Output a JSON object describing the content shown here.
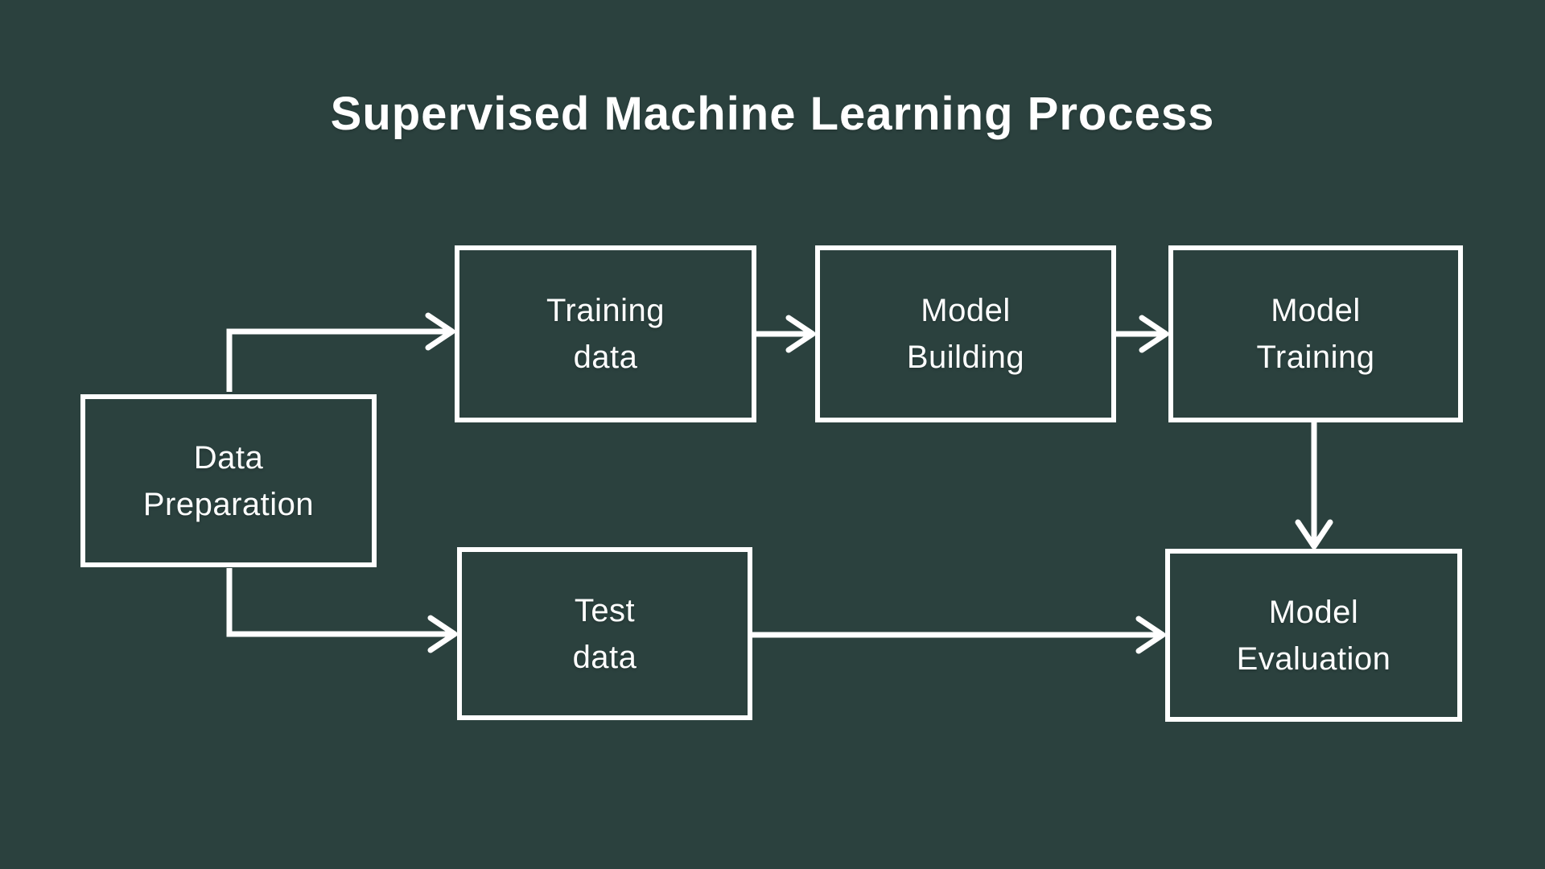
{
  "theme": {
    "background": "#2B413E",
    "foreground": "#FFFFFF",
    "line_color": "#FFFFFF"
  },
  "title": "Supervised Machine Learning Process",
  "diagram": {
    "type": "flowchart",
    "nodes": {
      "data_preparation": {
        "label": "Data\nPreparation"
      },
      "training_data": {
        "label": "Training\ndata"
      },
      "model_building": {
        "label": "Model\nBuilding"
      },
      "model_training": {
        "label": "Model\nTraining"
      },
      "test_data": {
        "label": "Test\ndata"
      },
      "model_evaluation": {
        "label": "Model\nEvaluation"
      }
    },
    "connections": [
      "data_preparation -> training_data",
      "data_preparation -> test_data",
      "training_data -> model_building",
      "model_building -> model_training",
      "model_training -> model_evaluation",
      "test_data -> model_evaluation"
    ]
  }
}
